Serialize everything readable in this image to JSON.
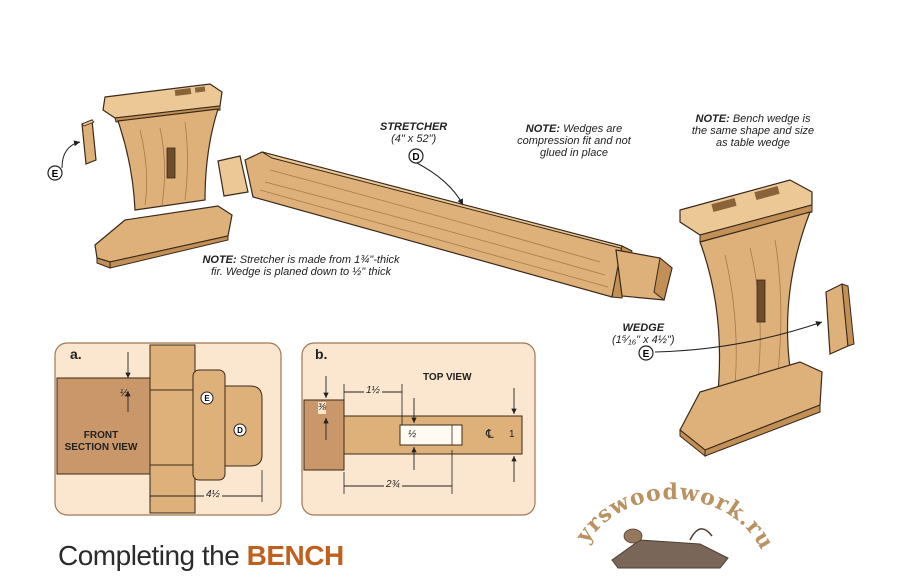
{
  "callout_e": "E",
  "callout_d": "D",
  "stretcher": {
    "label": "STRETCHER",
    "size": "(4\" x 52\")"
  },
  "note_wedges": {
    "note": "NOTE:",
    "text": "Wedges are compression fit and not glued in place"
  },
  "note_bench_wedge": {
    "note": "NOTE:",
    "text": "Bench wedge is the same shape and size as table wedge"
  },
  "note_stretcher": {
    "note": "NOTE:",
    "text": "Stretcher is made from 1¾\"-thick fir. Wedge is planed down to ½\" thick"
  },
  "wedge": {
    "label": "WEDGE",
    "size": "(1⁵⁄₁₆\" x 4½\")"
  },
  "detail_a": {
    "tag": "a.",
    "view_label": "FRONT SECTION VIEW",
    "dim_vertical": "½",
    "dim_horizontal": "4½"
  },
  "detail_b": {
    "tag": "b.",
    "view_label": "TOP VIEW",
    "dim_top": "1½",
    "dim_left": "⅜",
    "dim_slot": "½",
    "dim_centerline": "℄",
    "dim_right": "1",
    "dim_bottom": "2¾"
  },
  "watermark": "yrswoodwork.ru",
  "page_title": {
    "prefix": "Completing the",
    "accent": "BENCH"
  },
  "colors": {
    "wood": "#deb07a",
    "wood_dark": "#c28f57",
    "wood_light": "#ebc896",
    "panel": "#fbe7cf",
    "outline": "#3a2a1a",
    "accent": "#c0601e"
  }
}
